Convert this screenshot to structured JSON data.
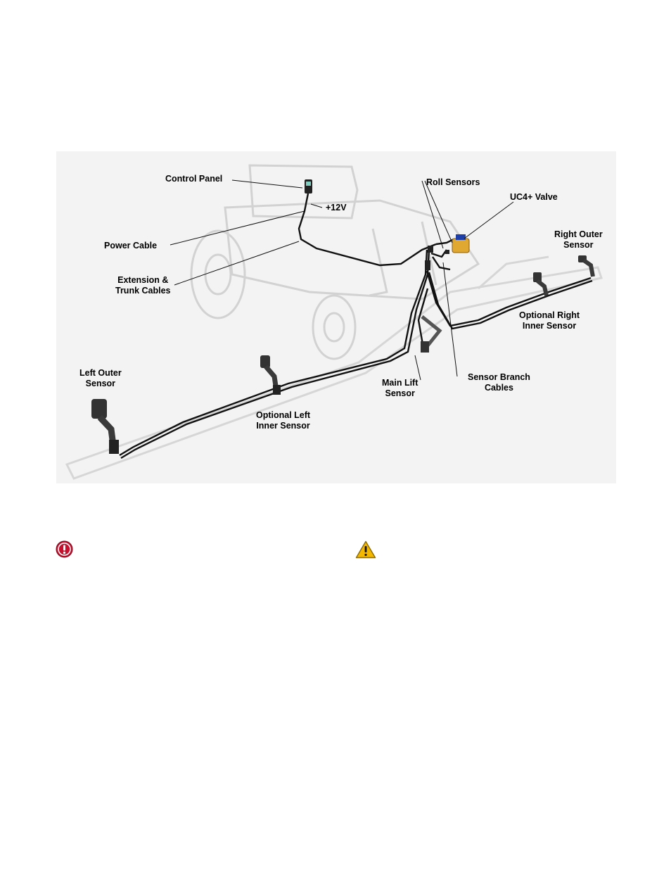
{
  "diagram": {
    "labels": {
      "control_panel": "Control Panel",
      "plus12v": "+12V",
      "power_cable": "Power Cable",
      "extension_trunk": "Extension &\nTrunk Cables",
      "roll_sensors": "Roll Sensors",
      "uc4_valve": "UC4+ Valve",
      "right_outer": "Right Outer\nSensor",
      "optional_right_inner": "Optional Right\nInner Sensor",
      "sensor_branch": "Sensor Branch\nCables",
      "main_lift": "Main Lift\nSensor",
      "left_outer": "Left Outer\nSensor",
      "optional_left_inner": "Optional Left\nInner Sensor"
    }
  },
  "notices": {
    "important_icon": "exclamation-circle-icon",
    "important_color": "#c8102e",
    "warning_icon": "warning-triangle-icon",
    "warning_color": "#f5b800"
  }
}
